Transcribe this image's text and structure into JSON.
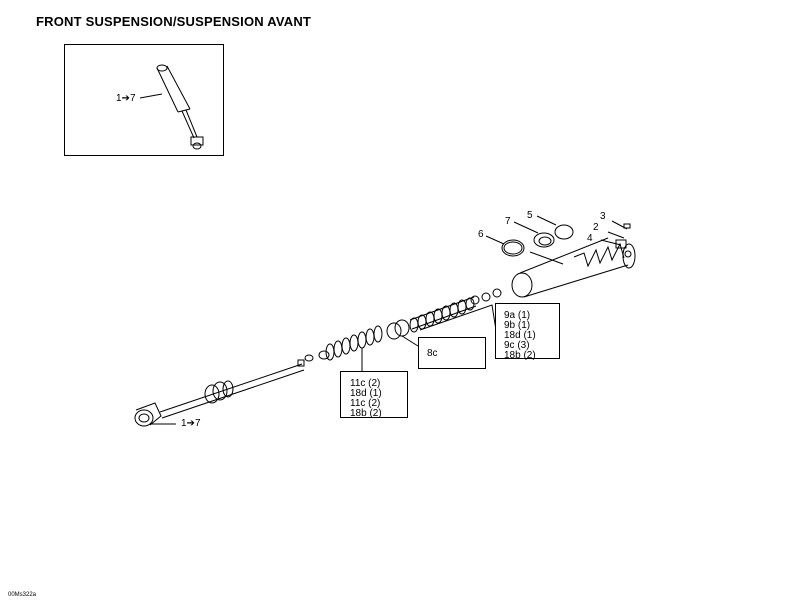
{
  "title": "FRONT SUSPENSION/SUSPENSION AVANT",
  "inset": {
    "callout": "1➔7"
  },
  "callouts": {
    "c1_7_bottom": "1➔7",
    "c2": "2",
    "c3": "3",
    "c4": "4",
    "c5": "5",
    "c6": "6",
    "c7": "7"
  },
  "box_9": [
    "9a (1)",
    "9b (1)",
    "18d (1)",
    "9c (3)",
    "18b (2)"
  ],
  "box_8c": [
    "8c"
  ],
  "box_11": [
    "11c (2)",
    "18d (1)",
    "11c (2)",
    "18b (2)"
  ],
  "footer_code": "00Ms322a"
}
